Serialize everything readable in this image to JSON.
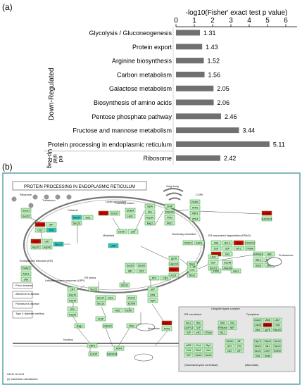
{
  "panel_a": {
    "label": "(a)"
  },
  "panel_b": {
    "label": "(b)"
  },
  "chart_data": {
    "type": "bar",
    "orientation": "horizontal",
    "title": "-log10(Fisher' exact test p value)",
    "xlim": [
      0,
      6
    ],
    "xticks": [
      "0",
      "1",
      "2",
      "3",
      "4",
      "5",
      "6"
    ],
    "bar_color": "#707070",
    "grid": false,
    "groups": [
      {
        "label": "Down-Regulated",
        "categories": [
          "Glycolysis / Gluconeogenesis",
          "Protein export",
          "Arginine biosynthesis",
          "Carbon metabolism",
          "Galactose metabolism",
          "Biosynthesis of amino acids",
          "Pentose phosphate pathway",
          "Fructose and mannose metabolism",
          "Protein processing in endoplasmic reticulum"
        ]
      },
      {
        "label": "Up-Reg ulat ed",
        "categories": [
          "Ribosome"
        ]
      }
    ],
    "categories": [
      "Glycolysis / Gluconeogenesis",
      "Protein export",
      "Arginine biosynthesis",
      "Carbon metabolism",
      "Galactose metabolism",
      "Biosynthesis of amino acids",
      "Pentose phosphate pathway",
      "Fructose and mannose metabolism",
      "Protein processing in endoplasmic reticulum",
      "Ribosome"
    ],
    "values": [
      1.31,
      1.43,
      1.52,
      1.56,
      2.05,
      2.06,
      2.46,
      3.44,
      5.11,
      2.42
    ],
    "value_labels": [
      "1.31",
      "1.43",
      "1.52",
      "1.56",
      "2.05",
      "2.06",
      "2.46",
      "3.44",
      "5.11",
      "2.42"
    ]
  },
  "pathway_map": {
    "title": "PROTEIN PROCESSING IN ENDOPLASMIC RETICULUM",
    "colors": {
      "frame": "#5aa0a8",
      "box": "#bff0bf",
      "box_border": "#2a8a2a",
      "up": "#e00000",
      "cyan": "#30c8c8"
    },
    "labels": [
      "Ribosome",
      "Translocon",
      "Sec61",
      "Protein export",
      "Sec61",
      "Calnexin",
      "Sec61",
      "Lectin associated",
      "Golgi body",
      "COPII",
      "Correctly folded",
      "ER-associated degradation (ERAD)",
      "Endoplasmic reticulum (ER)",
      "Misfolded",
      "Terminally misfolded",
      "Unfolded protein response (UPR)",
      "ER stress",
      "Prion diseases",
      "Alzheimer's disease",
      "Parkinson's disease",
      "Type II diabetes mellitus",
      "Nucleus",
      "Apoptosis",
      "Proteasome",
      "Ubiquitin ligase complex",
      "ER membrane",
      "Cytoplasm",
      "(Saccharomyces cerevisiae)",
      "(Mammals)",
      "04141 5/14/14",
      "(c) Kanehisa Laboratories"
    ],
    "genes": [
      "Sec61",
      "Sec62",
      "Sec63",
      "BiP",
      "OST",
      "PDI",
      "CNX",
      "CRT",
      "Hsp70",
      "Hsp40",
      "Sec23",
      "Sec24",
      "Sar1",
      "Sec13",
      "Sec31",
      "UGGT",
      "EDEM",
      "Hrd1",
      "Derlin",
      "p97",
      "Ufd1",
      "Npl4",
      "Ubx",
      "Hsp90",
      "Bag1",
      "CHIP",
      "RAD23",
      "PNG",
      "IRE1",
      "PERK",
      "ATF6",
      "XBP1",
      "ATF4",
      "CHOP",
      "GADD34",
      "TRAF2",
      "ASK1",
      "JNK",
      "Bcl-2",
      "Bax",
      "CASP12",
      "S1P",
      "S2P",
      "eIF2",
      "TRAM",
      "GlcII",
      "GlcI",
      "ERManI",
      "NEF",
      "SEL1",
      "Doa10",
      "Ubc6",
      "Ubc7",
      "Cdc48",
      "Ubiquitin",
      "Hrd3",
      "Usa1",
      "gp78",
      "Hsp110",
      "sHSF",
      "Ero1",
      "Skp1",
      "Cul1",
      "Rbx1",
      "Ubr1",
      "SCF"
    ]
  }
}
